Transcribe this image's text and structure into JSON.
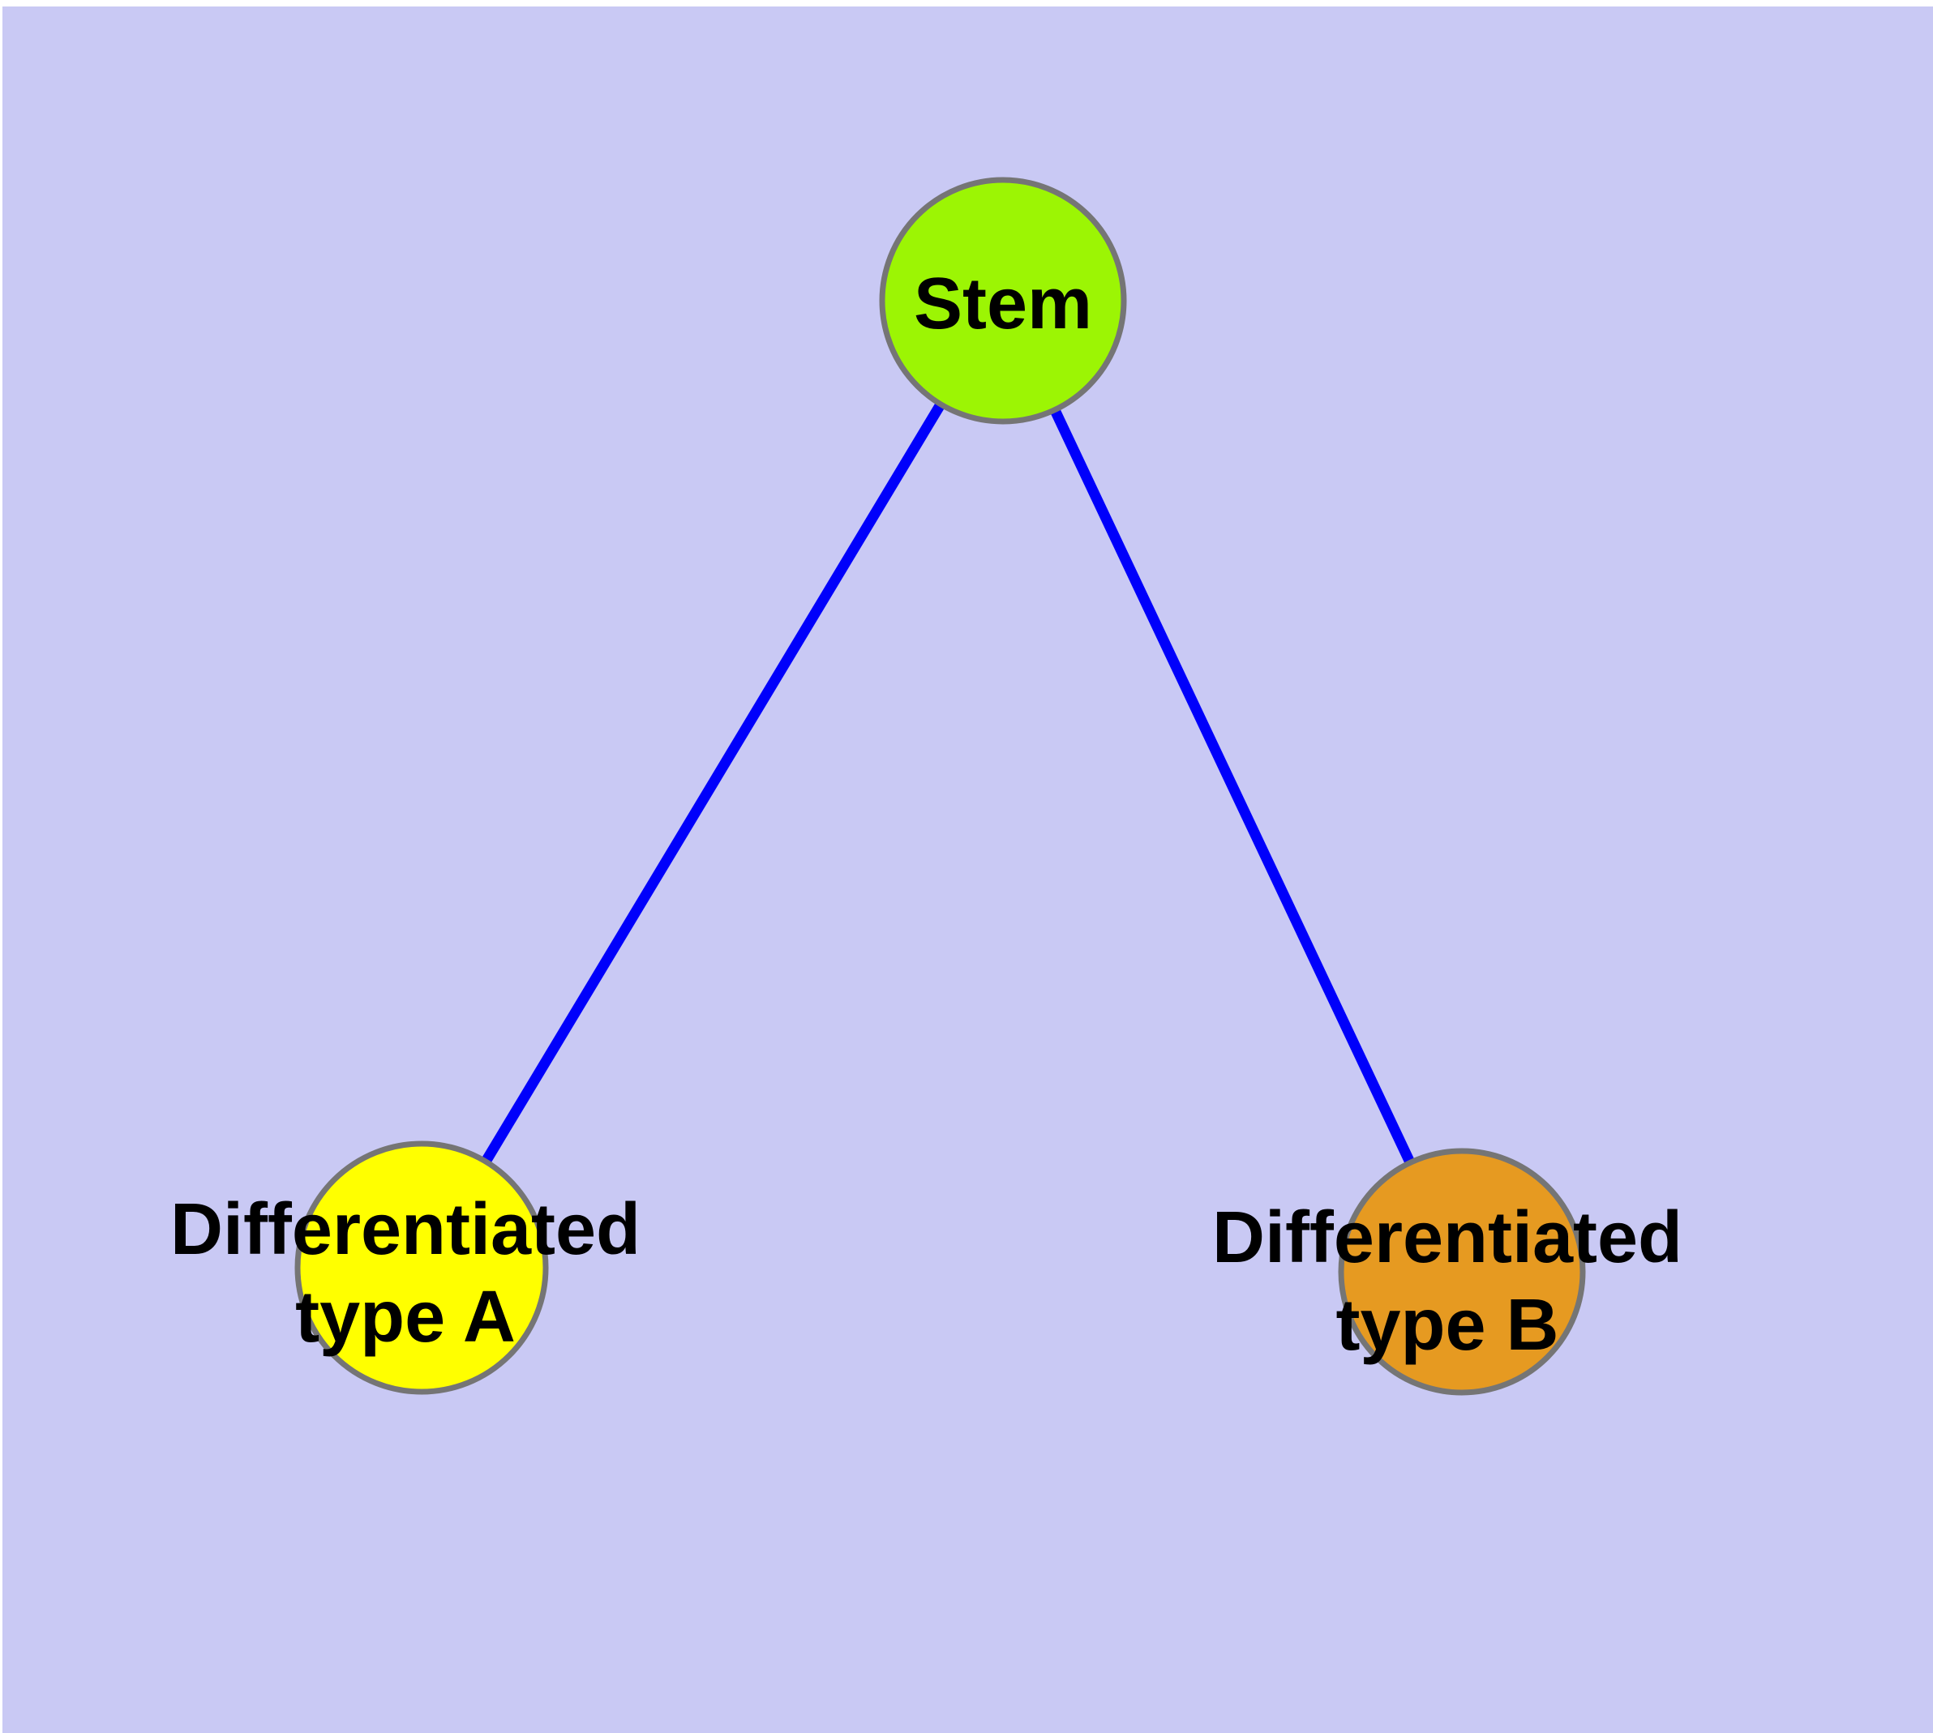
{
  "canvas": {
    "margin_color": "#FFFFFF",
    "background_color": "#C9C9F4"
  },
  "graph": {
    "label_color": "#000000",
    "node_border_color": "#757575",
    "nodes": [
      {
        "id": "stem",
        "label": "Stem",
        "lines": [
          "Stem"
        ],
        "fill": "#9CF504"
      },
      {
        "id": "differentiated-type-a",
        "label": "Differentiated type A",
        "lines": [
          "Differentiated",
          "type A"
        ],
        "fill": "#FFFF00"
      },
      {
        "id": "differentiated-type-b",
        "label": "Differentiated type B",
        "lines": [
          "Differentiated",
          "type B"
        ],
        "fill": "#E69A21"
      }
    ],
    "edges": [
      {
        "from": "stem",
        "to": "differentiated-type-a",
        "color": "#0000FB"
      },
      {
        "from": "stem",
        "to": "differentiated-type-b",
        "color": "#0000FB"
      }
    ]
  }
}
